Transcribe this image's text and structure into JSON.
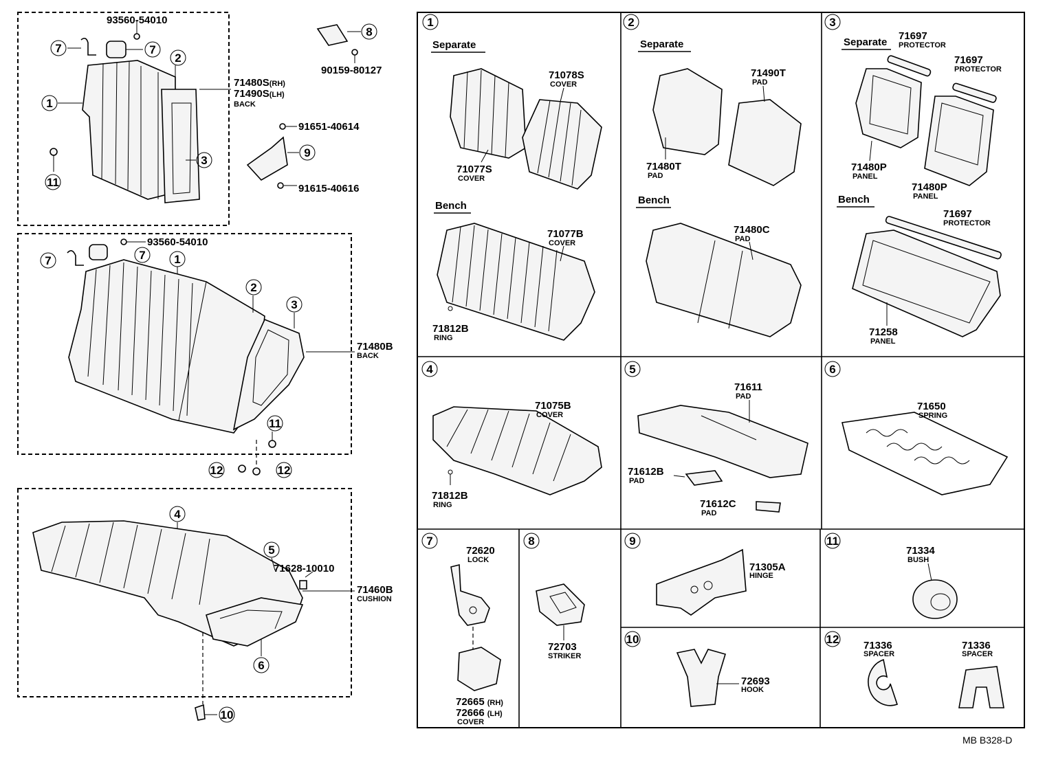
{
  "callouts": {
    "c1": "1",
    "c2": "2",
    "c3": "3",
    "c4": "4",
    "c5": "5",
    "c6": "6",
    "c7": "7",
    "c8": "8",
    "c9": "9",
    "c10": "10",
    "c11": "11",
    "c12": "12"
  },
  "left": {
    "top_group": {
      "bolt_a": "93560-54010",
      "back_rh": "71480S",
      "back_rh_suffix": "(RH)",
      "back_lh": "71490S",
      "back_lh_suffix": "(LH)",
      "back_label": "BACK"
    },
    "striker_bolt": "90159-80127",
    "hinge_bolt_a": "91651-40614",
    "hinge_bolt_b": "91615-40616",
    "middle_group": {
      "bolt": "93560-54010",
      "back_part": "71480B",
      "back_label": "BACK"
    },
    "bottom_group": {
      "clip": "71628-10010",
      "cushion_part": "71460B",
      "cushion_label": "CUSHION"
    }
  },
  "grid": {
    "p1": {
      "separate": "Separate",
      "bench": "Bench",
      "cover_a": "71078S",
      "cover_a_label": "COVER",
      "cover_b": "71077S",
      "cover_b_label": "COVER",
      "cover_c": "71077B",
      "cover_c_label": "COVER",
      "ring": "71812B",
      "ring_label": "RING"
    },
    "p2": {
      "separate": "Separate",
      "bench": "Bench",
      "pad_a": "71490T",
      "pad_a_label": "PAD",
      "pad_b": "71480T",
      "pad_b_label": "PAD",
      "pad_c": "71480C",
      "pad_c_label": "PAD"
    },
    "p3": {
      "separate": "Separate",
      "bench": "Bench",
      "prot_a": "71697",
      "prot_a_label": "PROTECTOR",
      "prot_b": "71697",
      "prot_b_label": "PROTECTOR",
      "panel_a": "71480P",
      "panel_a_label": "PANEL",
      "panel_b": "71480P",
      "panel_b_label": "PANEL",
      "prot_c": "71697",
      "prot_c_label": "PROTECTOR",
      "panel_c": "71258",
      "panel_c_label": "PANEL"
    },
    "p4": {
      "cover": "71075B",
      "cover_label": "COVER",
      "ring": "71812B",
      "ring_label": "RING"
    },
    "p5": {
      "pad_a": "71611",
      "pad_a_label": "PAD",
      "pad_b": "71612B",
      "pad_b_label": "PAD",
      "pad_c": "71612C",
      "pad_c_label": "PAD"
    },
    "p6": {
      "spring": "71650",
      "spring_label": "SPRING"
    },
    "p7": {
      "lock": "72620",
      "lock_label": "LOCK",
      "cover_rh": "72665",
      "cover_rh_suffix": "(RH)",
      "cover_lh": "72666",
      "cover_lh_suffix": "(LH)",
      "cover_label": "COVER"
    },
    "p8": {
      "striker": "72703",
      "striker_label": "STRIKER"
    },
    "p9": {
      "hinge": "71305A",
      "hinge_label": "HINGE"
    },
    "p10": {
      "hook": "72693",
      "hook_label": "HOOK"
    },
    "p11": {
      "bush": "71334",
      "bush_label": "BUSH"
    },
    "p12": {
      "spacer_a": "71336",
      "spacer_a_label": "SPACER",
      "spacer_b": "71336",
      "spacer_b_label": "SPACER"
    }
  },
  "footer": {
    "code": "MB  B328-D"
  }
}
